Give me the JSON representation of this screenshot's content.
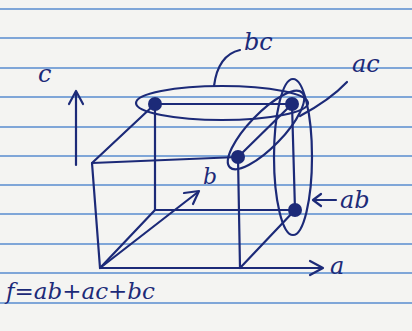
{
  "diagram": {
    "labels": [
      "c",
      "bc",
      "ac",
      "b",
      "ab",
      "a",
      "f=ab+ac+bc"
    ]
  }
}
